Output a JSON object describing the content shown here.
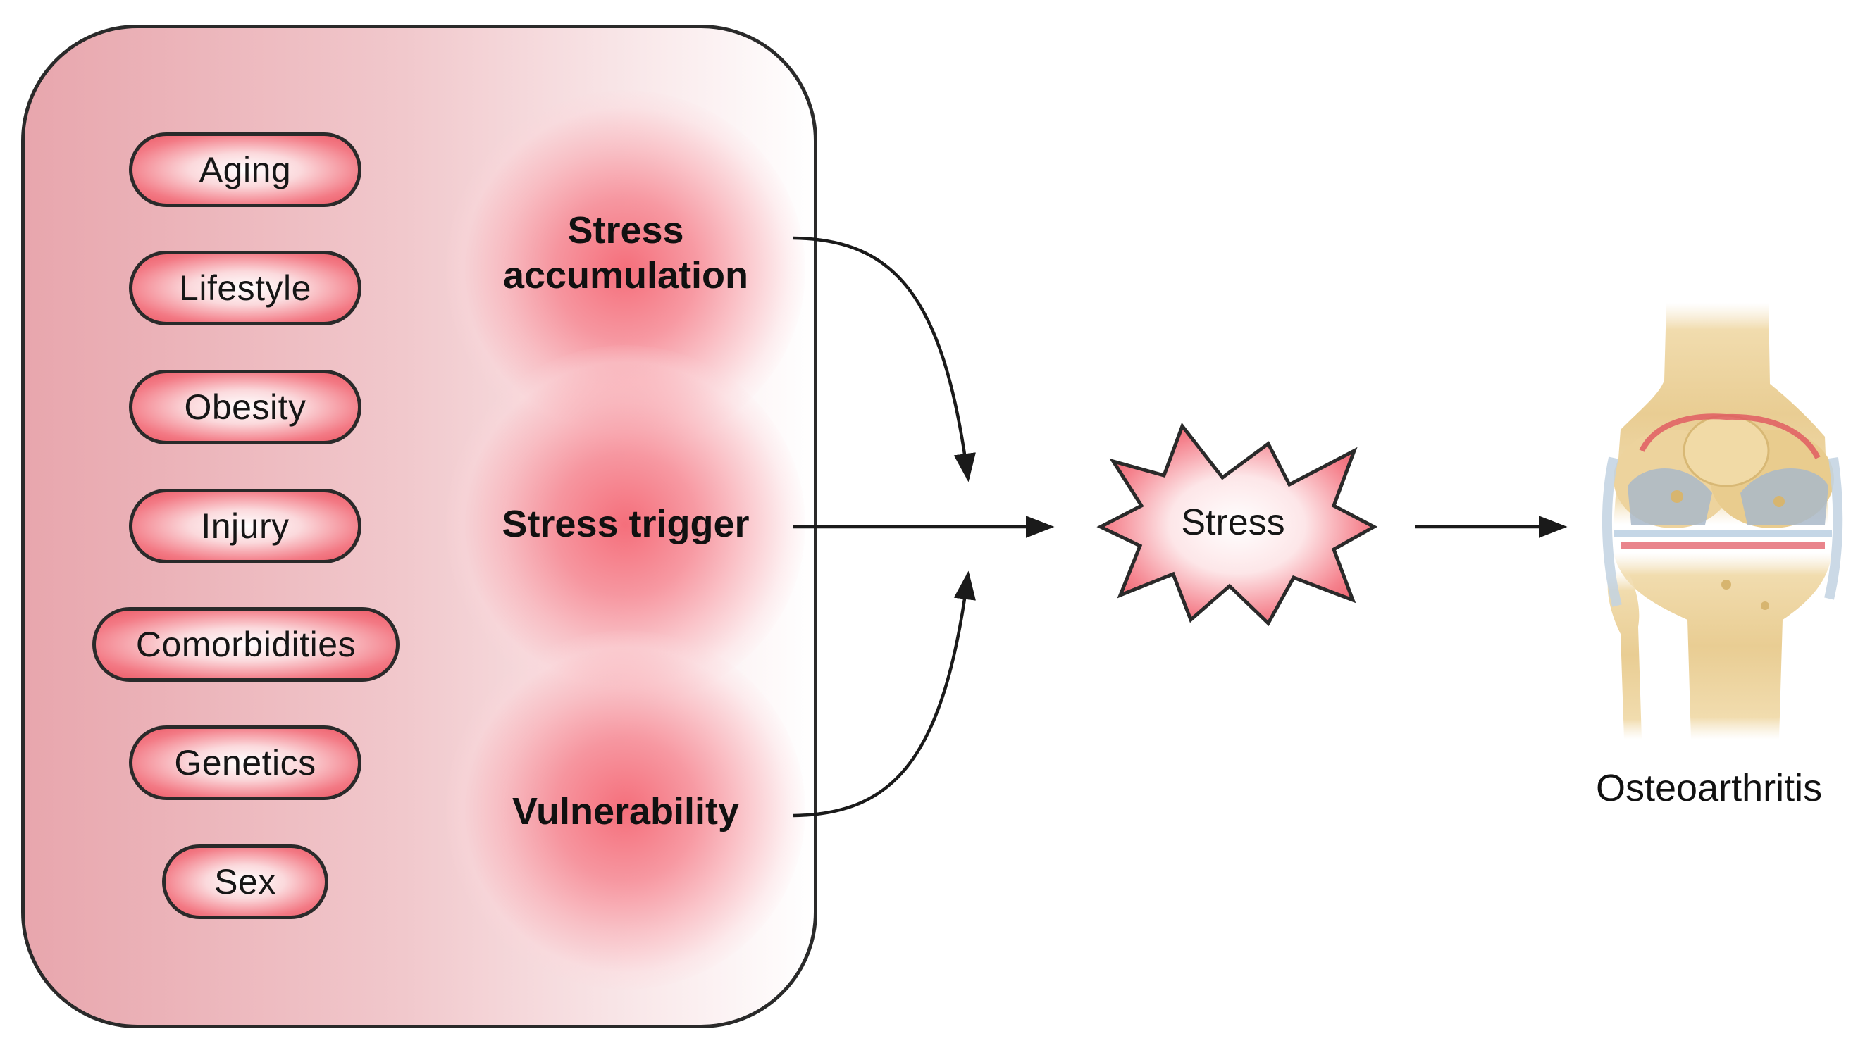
{
  "risk_factors": {
    "items": [
      "Aging",
      "Lifestyle",
      "Obesity",
      "Injury",
      "Comorbidities",
      "Genetics",
      "Sex"
    ]
  },
  "stress_factors": {
    "accumulation_line1": "Stress",
    "accumulation_line2": "accumulation",
    "trigger": "Stress trigger",
    "vulnerability": "Vulnerability"
  },
  "center": {
    "label": "Stress"
  },
  "outcome": {
    "label": "Osteoarthritis",
    "icon": "knee-joint-icon"
  },
  "colors": {
    "accent_red": "#ec5864",
    "panel_pink": "#e8a6ad",
    "outline": "#2a2a2a"
  }
}
